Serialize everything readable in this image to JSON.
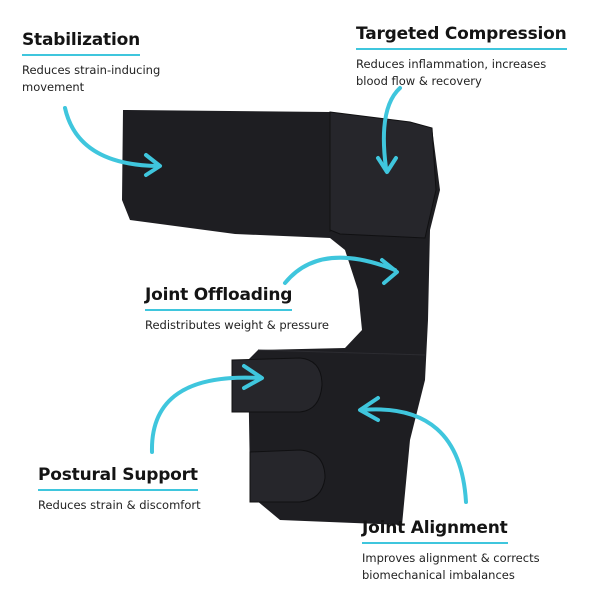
{
  "colors": {
    "accent": "#3fc6dd",
    "product": "#1e1e22",
    "background": "#ffffff",
    "text": "#141414"
  },
  "product": {
    "name": "hip / thigh compression brace",
    "image": "black-neoprene-hip-brace"
  },
  "features": [
    {
      "title": "Stabilization",
      "description": "Reduces strain-inducing movement"
    },
    {
      "title": "Targeted Compression",
      "description": "Reduces inflammation, increases blood flow & recovery"
    },
    {
      "title": "Joint Offloading",
      "description": "Redistributes weight & pressure"
    },
    {
      "title": "Postural Support",
      "description": "Reduces strain & discomfort"
    },
    {
      "title": "Joint Alignment",
      "description": "Improves alignment & corrects biomechanical imbalances"
    }
  ]
}
